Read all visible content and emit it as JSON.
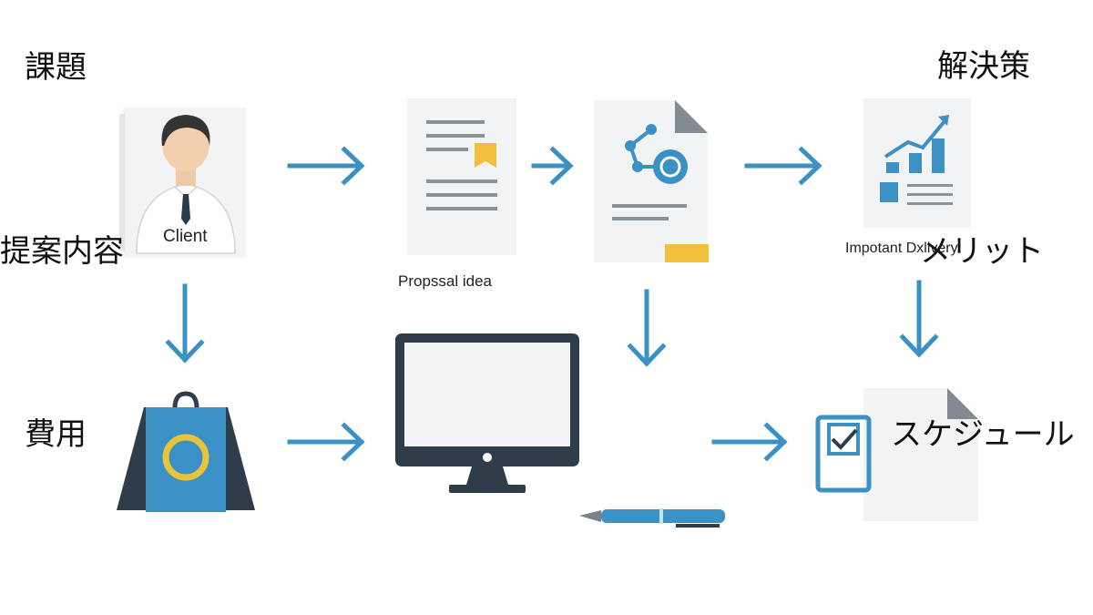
{
  "labels": {
    "issue": "課題",
    "solution": "解決策",
    "proposal_content": "提案内容",
    "merit": "メリット",
    "cost": "費用",
    "schedule": "スケジュール"
  },
  "captions": {
    "client": "Client",
    "proposal_idea": "Propssal idea",
    "important_delivery": "Impotant Dxlivery"
  },
  "colors": {
    "accent_blue": "#3b91c3",
    "yellow": "#f2bf3c",
    "dark": "#2f3d4a",
    "paper": "#f2f3f4"
  }
}
